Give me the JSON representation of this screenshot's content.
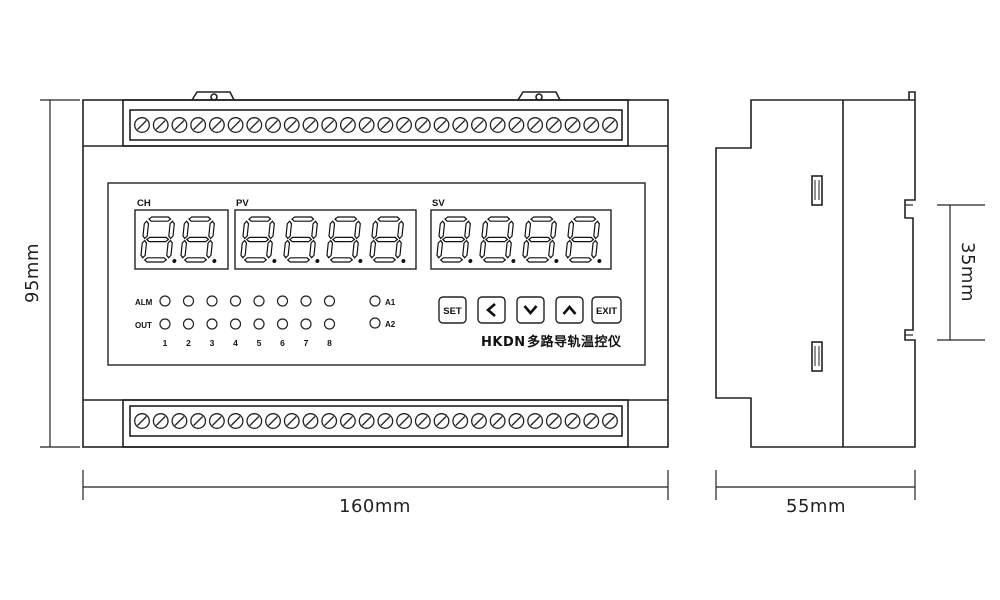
{
  "front_view": {
    "display_labels": {
      "ch": "CH",
      "pv": "PV",
      "sv": "SV"
    },
    "indicator_rows": {
      "alm": "ALM",
      "out": "OUT"
    },
    "channel_numbers": [
      "1",
      "2",
      "3",
      "4",
      "5",
      "6",
      "7",
      "8"
    ],
    "alarm_labels": [
      "A1",
      "A2"
    ],
    "buttons": {
      "set": "SET",
      "exit": "EXIT"
    },
    "brand": "HKDN",
    "product_name": "多路导轨温控仪",
    "ch_digits": "88",
    "pv_digits": "8888",
    "sv_digits": "8888",
    "terminal_count": 26
  },
  "dimensions": {
    "width": "160mm",
    "height": "95mm",
    "depth": "55mm",
    "rail": "35mm"
  }
}
